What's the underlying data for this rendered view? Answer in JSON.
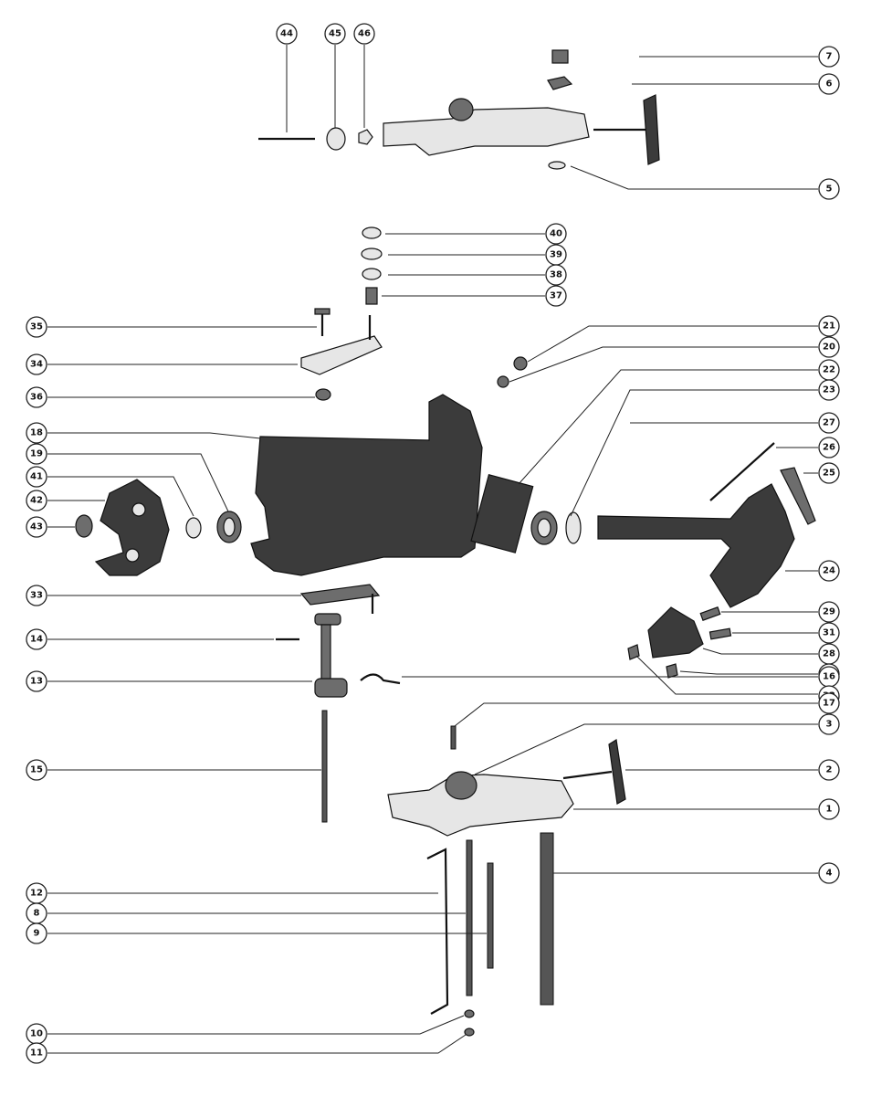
{
  "diagram": {
    "callouts": [
      "44",
      "45",
      "46",
      "7",
      "6",
      "5",
      "40",
      "39",
      "38",
      "37",
      "35",
      "34",
      "36",
      "21",
      "20",
      "22",
      "23",
      "27",
      "26",
      "25",
      "18",
      "19",
      "41",
      "42",
      "43",
      "24",
      "33",
      "29",
      "31",
      "14",
      "28",
      "30",
      "13",
      "16",
      "32",
      "17",
      "3",
      "15",
      "2",
      "1",
      "4",
      "12",
      "8",
      "9",
      "10",
      "11"
    ]
  }
}
